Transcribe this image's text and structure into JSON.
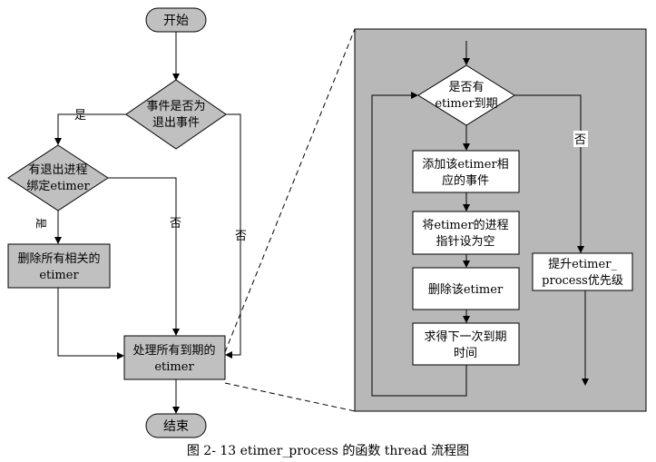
{
  "nodes": {
    "start": "开始",
    "exit_event_line1": "事件是否为",
    "exit_event_line2": "退出事件",
    "bound_line1": "有退出进程",
    "bound_line2": "绑定etimer",
    "delete_all_line1": "删除所有相关的",
    "delete_all_line2": "etimer",
    "process_all_line1": "处理所有到期的",
    "process_all_line2": "etimer",
    "end": "结束",
    "expired_line1": "是否有",
    "expired_line2": "etimer到期",
    "add_event_line1": "添加该etimer相",
    "add_event_line2": "应的事件",
    "set_null_line1": "将etimer的进程",
    "set_null_line2": "指针设为空",
    "delete_one": "删除该etimer",
    "next_time_line1": "求得下一次到期",
    "next_time_line2": "时间",
    "raise_line1": "提升etimer_",
    "raise_line2": "process优先级"
  },
  "edge_labels": {
    "yes1": "是",
    "yes2": "是",
    "no_bound": "否",
    "no_exit": "否",
    "no_expired": "否"
  },
  "caption": "图  2- 13 etimer_process 的函数 thread 流程图",
  "colors": {
    "node_fill": "#c0c0c0",
    "panel_fill": "#b8b8b8",
    "box_fill": "#ffffff",
    "stroke": "#000000"
  }
}
